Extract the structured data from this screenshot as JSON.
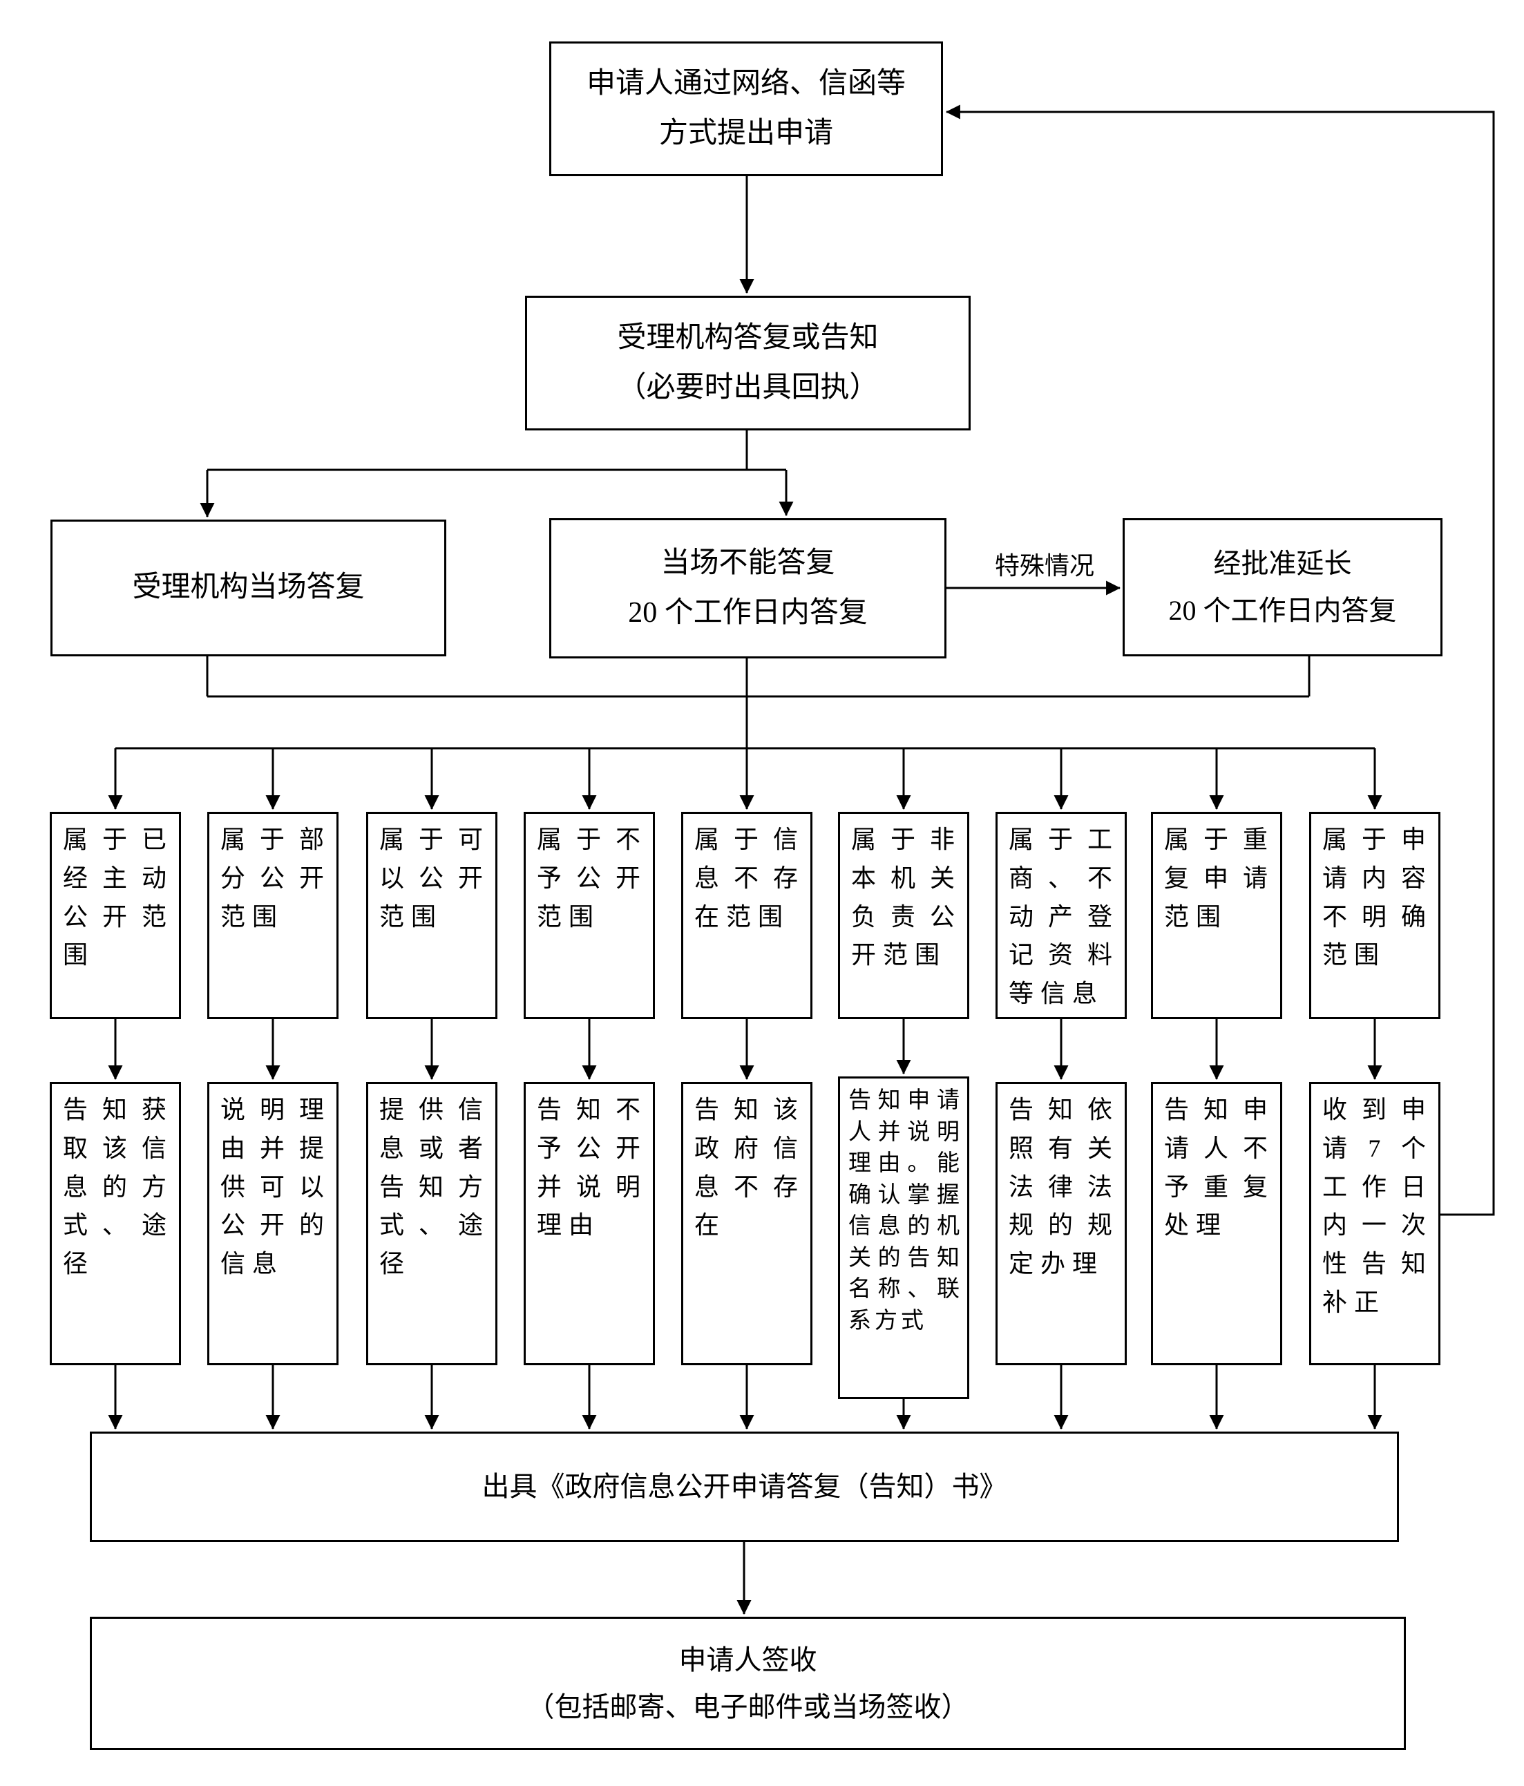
{
  "colors": {
    "line": "#000000",
    "background": "#ffffff",
    "text": "#000000"
  },
  "flow": {
    "start": "申请人通过网络、信函等\n方式提出申请",
    "reply": "受理机构答复或告知\n（必要时出具回执）",
    "on_spot": "受理机构当场答复",
    "cannot_reply": "当场不能答复\n20 个工作日内答复",
    "special_case_label": "特殊情况",
    "extend": "经批准延长\n20 个工作日内答复",
    "columns": [
      {
        "category": "属于已经主动公开范围",
        "action": "告知获取该信息的方式、途径"
      },
      {
        "category": "属于部分公开范围",
        "action": "说明理由并提供可以公开的信息"
      },
      {
        "category": "属于可以公开范围",
        "action": "提供信息或者告知方式、途径"
      },
      {
        "category": "属于不予公开范围",
        "action": "告知不予公开并说明理由"
      },
      {
        "category": "属于信息不存在范围",
        "action": "告知该政府信息不存在"
      },
      {
        "category": "属于非本机关负责公开范围",
        "action": "告知申请人并说明理由。能确认掌握信息的机关的告知名称、联系方式"
      },
      {
        "category": "属于工商、不动产登记资料等信息",
        "action": "告知依照有关法律法规的规定办理"
      },
      {
        "category": "属于重复申请范围",
        "action": "告知申请人不予重复处理"
      },
      {
        "category": "属于申请内容不明确范围",
        "action": "收到申请 7 个工作日内一次性告知补正"
      }
    ],
    "issue": "出具《政府信息公开申请答复（告知）书》",
    "sign": "申请人签收\n（包括邮寄、电子邮件或当场签收）"
  }
}
